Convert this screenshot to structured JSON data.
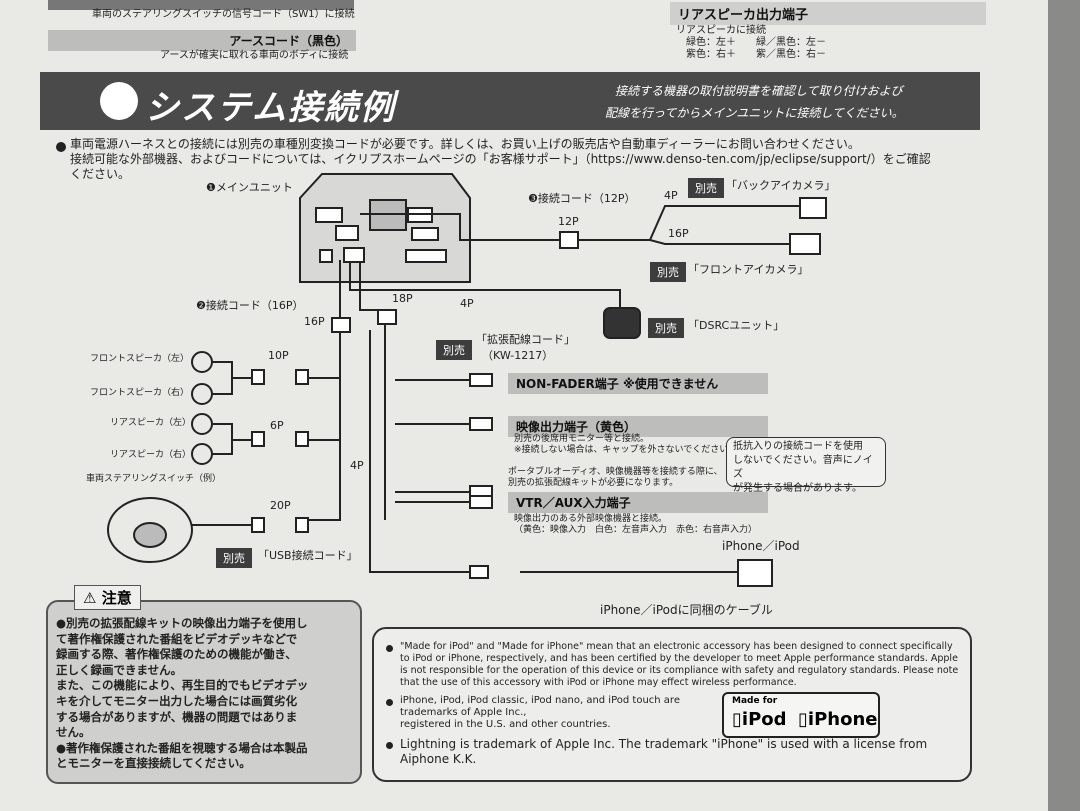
{
  "top": {
    "steering_code_desc": "車両のステアリングスイッチの信号コード（SW1）に接続",
    "earth_label": "アースコード（黒色）",
    "earth_desc": "アースが確実に取れる車両のボディに接続",
    "rear_speaker_terminal": "リアスピーカ出力端子",
    "rear_speaker_connect": "リアスピーカに接続",
    "color_green": "緑色：左＋",
    "color_green_black": "緑／黒色：左－",
    "color_purple": "紫色：右＋",
    "color_purple_black": "紫／黒色：右－"
  },
  "banner": {
    "title": "システム接続例",
    "note1": "接続する機器の取付説明書を確認して取り付けおよび",
    "note2": "配線を行ってからメインユニットに接続してください。"
  },
  "intro": {
    "line1": "車両電源ハーネスとの接続には別売の車種別変換コードが必要です。詳しくは、お買い上げの販売店や自動車ディーラーにお問い合わせください。",
    "line2": "接続可能な外部機器、およびコードについては、イクリプスホームページの「お客様サポート」（https://www.denso-ten.com/jp/eclipse/support/）をご確認",
    "line3": "ください。"
  },
  "diagram": {
    "main_unit": "❶メインユニット",
    "cord12p": "❸接続コード（12P）",
    "cord16p": "❷接続コード（16P）",
    "p12": "12P",
    "p4_top": "4P",
    "p16_cam": "16P",
    "p18": "18P",
    "p4_mid": "4P",
    "p16": "16P",
    "p10": "10P",
    "p6": "6P",
    "p20": "20P",
    "p4_side": "4P",
    "sold_separately": "別売",
    "back_camera": "「バックアイカメラ」",
    "front_camera": "「フロントアイカメラ」",
    "dsrc": "「DSRCユニット」",
    "ext_cord": "「拡張配線コード」",
    "ext_model": "（KW-1217）",
    "front_l": "フロントスピーカ（左）",
    "front_r": "フロントスピーカ（右）",
    "rear_l": "リアスピーカ（左）",
    "rear_r": "リアスピーカ（右）",
    "steering": "車両ステアリングスイッチ（例）",
    "usb_cord": "「USB接続コード」",
    "non_fader": "NON-FADER端子 ※使用できません",
    "video_out": "映像出力端子（黄色）",
    "video_out_d1": "別売の後席用モニター等と接続。",
    "video_out_d2": "※接続しない場合は、キャップを外さないでください。",
    "portable1": "ポータブルオーディオ、映像機器等を接続する際に、",
    "portable2": "別売の拡張配線キットが必要になります。",
    "vtr": "VTR／AUX入力端子",
    "vtr_d1": "映像出力のある外部映像機器と接続。",
    "vtr_d2": "（黄色：映像入力　白色：左音声入力　赤色：右音声入力）",
    "warn1": "抵抗入りの接続コードを使用",
    "warn2": "しないでください。音声にノイズ",
    "warn3": "が発生する場合があります。",
    "iphone_ipod": "iPhone／iPod",
    "cable": "iPhone／iPodに同梱のケーブル"
  },
  "caution": {
    "title": "注意",
    "lines": [
      "●別売の拡張配線キットの映像出力端子を使用し",
      "て著作権保護された番組をビデオデッキなどで",
      "録画する際、著作権保護のための機能が働き、",
      "正しく録画できません。",
      "また、この機能により、再生目的でもビデオデッ",
      "キを介してモニター出力した場合には画質劣化",
      "する場合がありますが、機器の問題ではありま",
      "せん。",
      "●著作権保護された番組を視聴する場合は本製品",
      "とモニターを直接接続してください。"
    ]
  },
  "notes": {
    "p1": [
      "\"Made for iPod\" and \"Made for iPhone\" mean that an electronic accessory has been designed to connect specifically",
      "to iPod or iPhone, respectively, and has been certified by the developer to meet Apple performance standards. Apple",
      "is not responsible for the operation of this device or its compliance with safety and regulatory standards. Please note",
      "that the use of this accessory with iPod or iPhone may effect wireless performance."
    ],
    "p2": [
      "iPhone, iPod, iPod classic, iPod nano, and iPod touch are",
      "trademarks of Apple Inc.,",
      "registered in the U.S. and other countries."
    ],
    "p3": [
      "Lightning is trademark of Apple Inc. The trademark \"iPhone\" is used with a license from",
      "Aiphone K.K."
    ],
    "mfi_head": "Made for",
    "mfi_ipod": "iPod",
    "mfi_iphone": "iPhone"
  }
}
